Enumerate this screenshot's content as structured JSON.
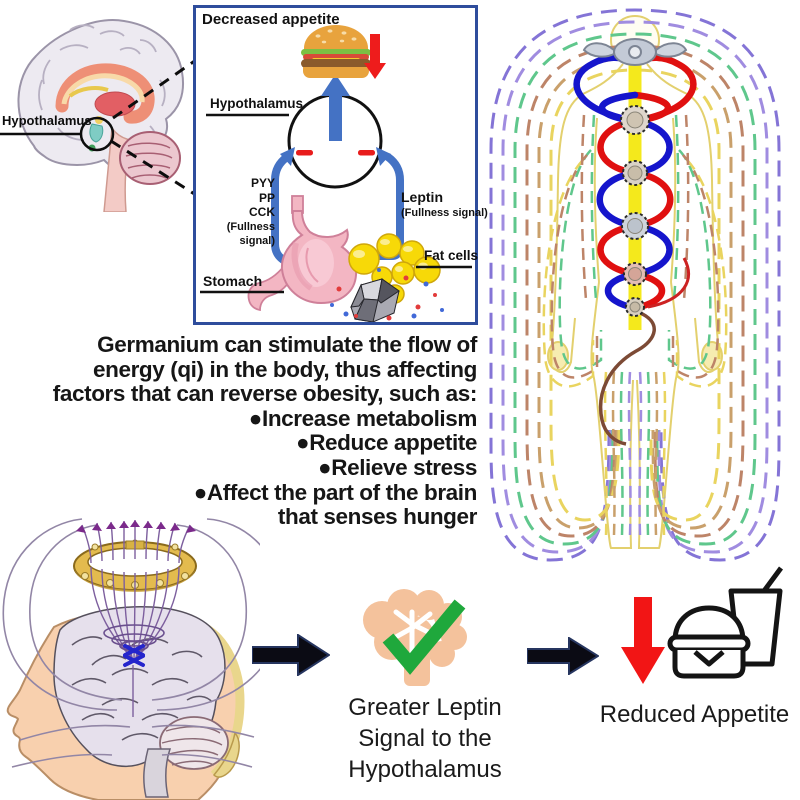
{
  "brain_inset": {
    "label": "Hypothalamus"
  },
  "appetite_box": {
    "title": "Decreased appetite",
    "hypothalamus_label": "Hypothalamus",
    "satiety_left": {
      "l1": "PYY",
      "l2": "PP",
      "l3": "CCK",
      "l4": "(Fullness signal)"
    },
    "satiety_right": {
      "l1": "Leptin",
      "l2": "(Fullness signal)"
    },
    "stomach_label": "Stomach",
    "fat_cells_label": "Fat cells"
  },
  "claim": {
    "lines": [
      "Germanium can stimulate the flow of",
      "energy (qi) in the body, thus affecting",
      "factors that can reverse obesity, such as:",
      "●Increase metabolism",
      "●Reduce appetite",
      "●Relieve stress",
      "●Affect the part of the brain",
      "that senses hunger"
    ]
  },
  "flow": {
    "step1": {
      "l1": "Greater Leptin",
      "l2": "Signal to the",
      "l3": "Hypothalamus"
    },
    "step2_label": "Reduced Appetite"
  },
  "icons": {
    "burger": "burger-icon",
    "down_arrow": "down-arrow-icon",
    "up_arrow": "up-arrow-icon",
    "minus": "minus-icon",
    "right_arrow": "right-arrow-icon",
    "brain_checkmark": "brain-checkmark-icon",
    "burger_drink": "burger-drink-icon",
    "gold_bracelet": "gold-bracelet-icon",
    "germanium_rock": "germanium-rock-icon",
    "chakra": "chakra-icon"
  },
  "colors": {
    "box_border": "#2e4d9c",
    "signal_blue": "#4472c4",
    "alert_red": "#ee1c1c",
    "check_green": "#1fa83c",
    "gold": "#d8b23e",
    "field_purple": "#7d5f9e",
    "fat_yellow": "#f7d908",
    "stomach_pink": "#f3b6c3"
  }
}
